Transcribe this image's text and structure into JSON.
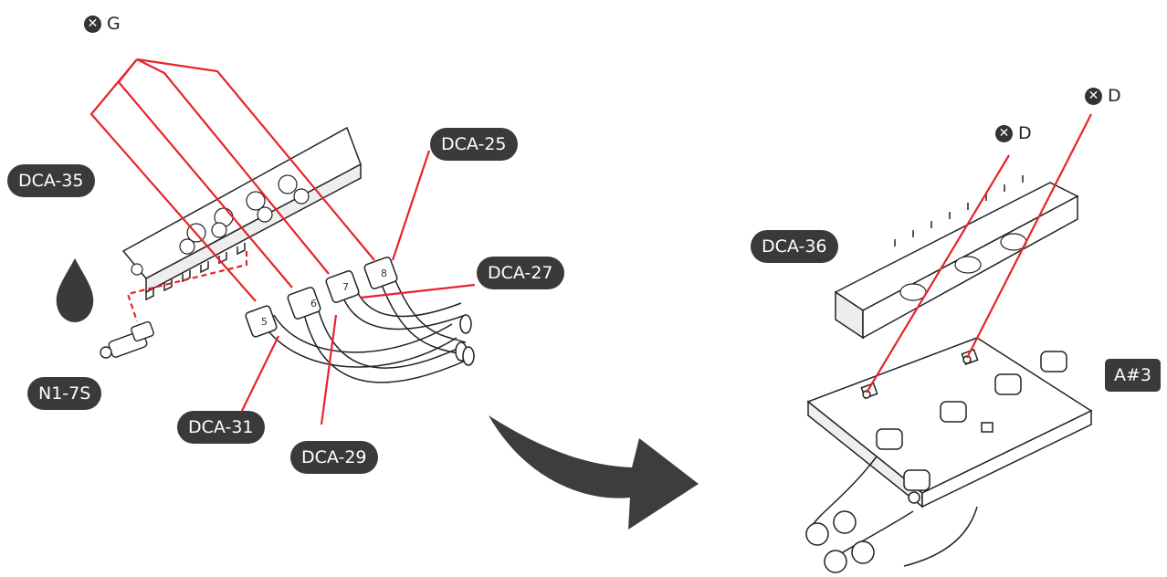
{
  "callouts": {
    "dca35": "DCA-35",
    "dca25": "DCA-25",
    "dca27": "DCA-27",
    "dca29": "DCA-29",
    "dca31": "DCA-31",
    "n17s": "N1-7S",
    "dca36": "DCA-36",
    "a3": "A#3"
  },
  "screw_refs": {
    "g": "G",
    "d1": "D",
    "d2": "D"
  },
  "fitting_numbers": [
    "5",
    "6",
    "7",
    "8"
  ],
  "colors": {
    "leader": "#e8232a",
    "callout_bg": "#3a3a3a",
    "arrow": "#3d3d3d"
  },
  "icons": [
    "x-circle-icon",
    "drop-icon",
    "curved-arrow-icon"
  ]
}
